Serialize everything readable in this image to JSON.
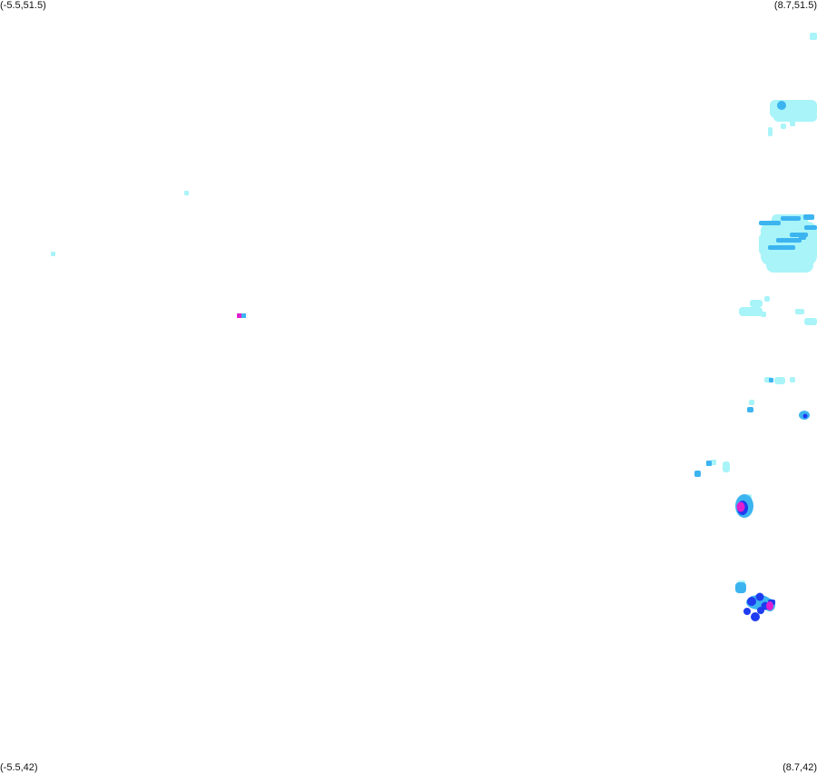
{
  "map": {
    "corners": {
      "top_left": "(-5.5,51.5)",
      "top_right": "(8.7,51.5)",
      "bottom_left": "(-5.5,42)",
      "bottom_right": "(8.7,42)"
    },
    "extent": {
      "lon_min": -5.5,
      "lon_max": 8.7,
      "lat_min": 42,
      "lat_max": 51.5
    },
    "colors": {
      "background": "#ffffff",
      "level_low": "#a8f4f8",
      "level_mid": "#3cb4f0",
      "level_high": "#1e3cf0",
      "level_peak": "#e020d0"
    }
  }
}
